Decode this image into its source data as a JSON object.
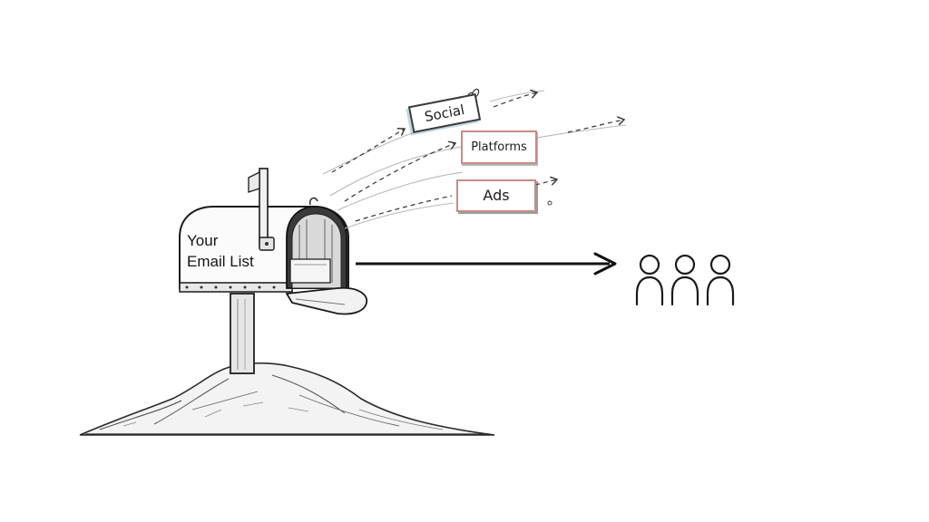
{
  "mailbox": {
    "label_line1": "Your",
    "label_line2": "Email List"
  },
  "channels": {
    "social": "Social",
    "platforms": "Platforms",
    "ads": "Ads"
  },
  "colors": {
    "ink": "#1a1a1a",
    "tag_red": "#c98a8a",
    "tag_blue": "#78aabe"
  },
  "icons": [
    "mailbox-icon",
    "link-icon",
    "people-icon"
  ]
}
